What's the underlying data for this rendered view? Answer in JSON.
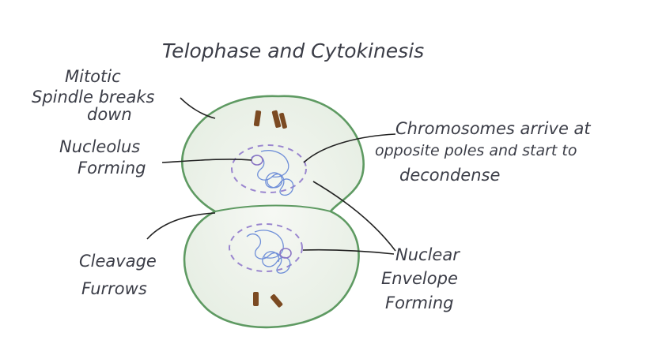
{
  "title": "Telophase and Cytokinesis",
  "labels": {
    "spindle": [
      "Mitotic",
      "Spindle breaks",
      "down"
    ],
    "nucleolus": [
      "Nucleolus",
      "Forming"
    ],
    "chromosomes": [
      "Chromosomes arrive at",
      "opposite poles and start to",
      "decondense"
    ],
    "cleavage": [
      "Cleavage",
      "Furrows"
    ],
    "envelope": [
      "Nuclear",
      "Envelope",
      "Forming"
    ]
  },
  "colors": {
    "membrane": "#5e9a62",
    "cytoplasm": "#eef3ec",
    "envelope": "#9a86cf",
    "chromatin": "#6f8fd8",
    "centriole": "#7b4a22",
    "ink": "#3b3d47"
  }
}
